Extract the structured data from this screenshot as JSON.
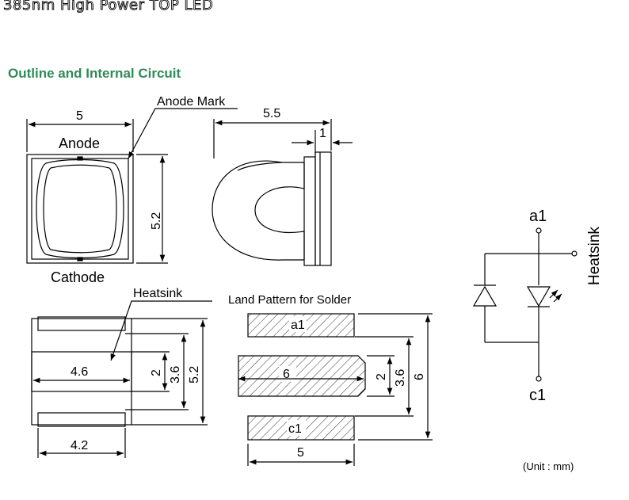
{
  "title": "385nm High Power TOP LED",
  "section_title": "Outline and Internal Circuit",
  "top_view": {
    "width_dim": "5",
    "anode_label": "Anode",
    "cathode_label": "Cathode",
    "anode_mark_label": "Anode Mark",
    "height_dim": "5.2"
  },
  "side_view": {
    "total_dim": "5.5",
    "lead_dim": "1"
  },
  "bottom_view": {
    "heatsink_label": "Heatsink",
    "pad_width_dim": "4.6",
    "body_width_dim": "4.2",
    "dim_2": "2",
    "dim_3_6": "3.6",
    "dim_5_2": "5.2"
  },
  "land_pattern": {
    "title": "Land Pattern for Solder",
    "pad_a1": "a1",
    "pad_center": "6",
    "pad_c1": "c1",
    "width_dim": "5",
    "dim_2": "2",
    "dim_3_6": "3.6",
    "dim_6": "6"
  },
  "circuit": {
    "a1": "a1",
    "c1": "c1",
    "heatsink": "Heatsink"
  },
  "unit_note": "(Unit : mm)"
}
